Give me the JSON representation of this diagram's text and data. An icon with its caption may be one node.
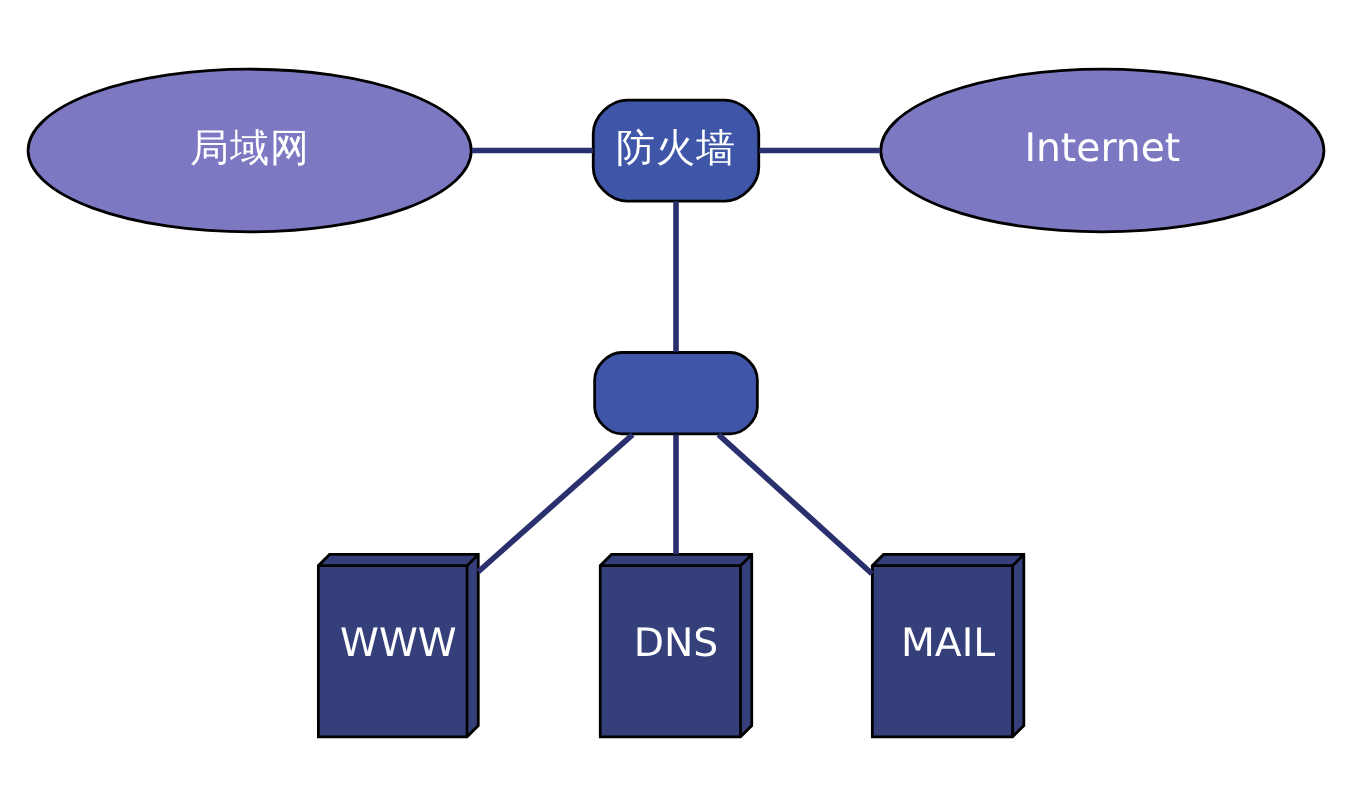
{
  "diagram": {
    "nodes": [
      {
        "text": [
          "局域网"
        ]
      },
      {
        "text": [
          "防火墙"
        ]
      },
      {
        "text": [
          "Internet"
        ]
      },
      {
        "text": [],
        "shape": "box"
      },
      {
        "text": [
          "WWW"
        ]
      },
      {
        "text": [
          "DNS"
        ]
      },
      {
        "text": [
          "MAIL"
        ]
      }
    ],
    "edges": [
      {
        "from": 0,
        "to": 1,
        "arrow": "none"
      },
      {
        "from": 1,
        "to": 2,
        "arrow": "none"
      },
      {
        "from": 1,
        "to": 3,
        "arrow": "none"
      },
      {
        "from": 3,
        "to": 4,
        "arrow": "none"
      },
      {
        "from": 3,
        "to": 5,
        "arrow": "none"
      },
      {
        "from": 3,
        "to": 6,
        "arrow": "none"
      }
    ]
  }
}
